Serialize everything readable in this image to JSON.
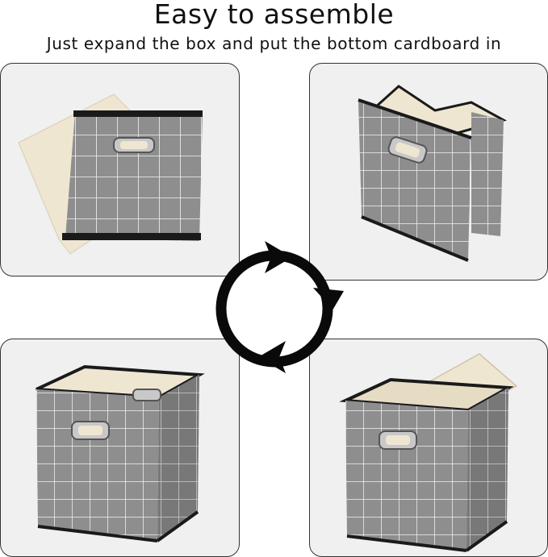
{
  "header": {
    "title": "Easy to assemble",
    "subtitle": "Just expand the box and put the bottom cardboard in"
  },
  "steps": [
    {
      "name": "step-folded-box",
      "icon": "folded-box-with-cardboard"
    },
    {
      "name": "step-expanding-box",
      "icon": "half-expanded-box"
    },
    {
      "name": "step-inserting-bottom",
      "icon": "box-with-bottom-cardboard-inserting"
    },
    {
      "name": "step-assembled-box",
      "icon": "fully-assembled-box"
    }
  ],
  "colors": {
    "fabric": "#8e8e8e",
    "grid": "#f2f2f2",
    "trim": "#1a1a1a",
    "cardboard": "#efe6d2",
    "panel_bg": "#f0f0f0",
    "arrow": "#0a0a0a"
  }
}
